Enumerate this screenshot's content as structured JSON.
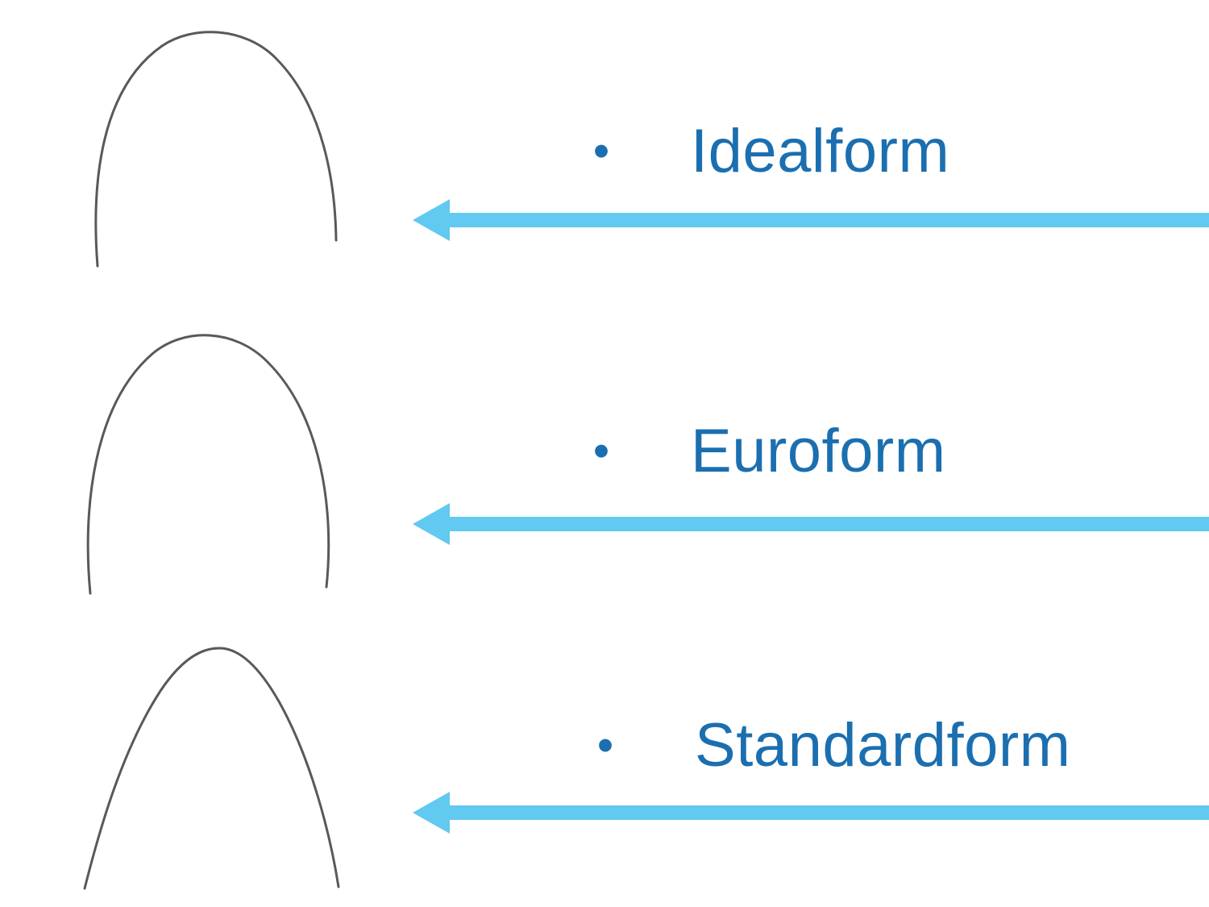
{
  "slide": {
    "colors": {
      "background": "#ffffff",
      "label": "#1b6fb0",
      "arrow": "#62c9f0",
      "wire": "#58595b"
    },
    "bullet_char": "•",
    "items": [
      {
        "label": "Idealform",
        "image": "archwire-idealform-image"
      },
      {
        "label": "Euroform",
        "image": "archwire-euroform-image"
      },
      {
        "label": "Standardform",
        "image": "archwire-standardform-image"
      }
    ]
  }
}
